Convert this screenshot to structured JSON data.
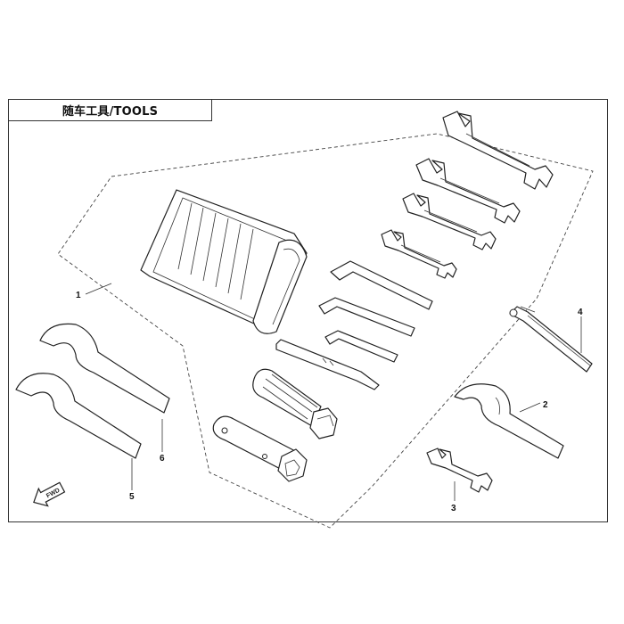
{
  "title": "随车工具/TOOLS",
  "callouts": [
    {
      "id": "1",
      "label": "1"
    },
    {
      "id": "2",
      "label": "2"
    },
    {
      "id": "3",
      "label": "3"
    },
    {
      "id": "4",
      "label": "4"
    },
    {
      "id": "5",
      "label": "5"
    },
    {
      "id": "6",
      "label": "6"
    }
  ],
  "direction_marker": {
    "label": "FWD",
    "icon": "forward-arrow-icon"
  },
  "colors": {
    "line": "#222222",
    "background": "#ffffff"
  }
}
